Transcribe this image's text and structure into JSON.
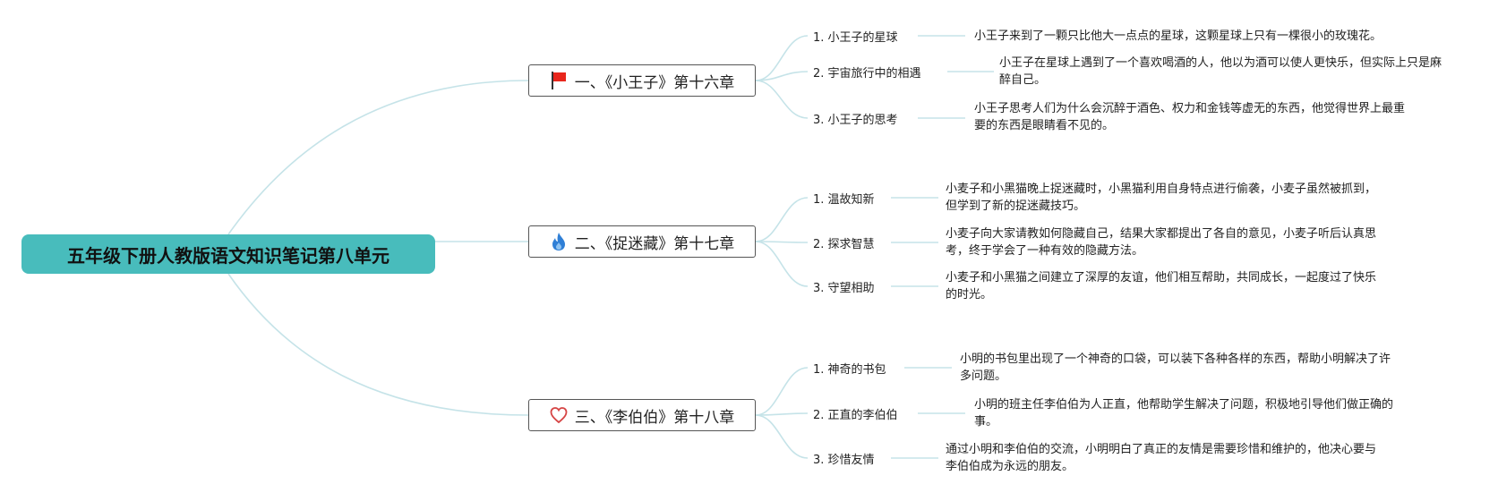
{
  "root": {
    "title": "五年级下册人教版语文知识笔记第八单元"
  },
  "branches": [
    {
      "label": "一、《小王子》第十六章",
      "icon": "red-flag-icon",
      "items": [
        {
          "title": "1. 小王子的星球",
          "desc": "小王子来到了一颗只比他大一点点的星球，这颗星球上只有一棵很小的玫瑰花。"
        },
        {
          "title": "2. 宇宙旅行中的相遇",
          "desc": "小王子在星球上遇到了一个喜欢喝酒的人，他以为酒可以使人更快乐，但实际上只是麻醉自己。"
        },
        {
          "title": "3. 小王子的思考",
          "desc": "小王子思考人们为什么会沉醉于酒色、权力和金钱等虚无的东西，他觉得世界上最重要的东西是眼睛看不见的。"
        }
      ]
    },
    {
      "label": "二、《捉迷藏》第十七章",
      "icon": "blue-flame-icon",
      "items": [
        {
          "title": "1. 温故知新",
          "desc": "小麦子和小黑猫晚上捉迷藏时，小黑猫利用自身特点进行偷袭，小麦子虽然被抓到，但学到了新的捉迷藏技巧。"
        },
        {
          "title": "2. 探求智慧",
          "desc": "小麦子向大家请教如何隐藏自己，结果大家都提出了各自的意见，小麦子听后认真思考，终于学会了一种有效的隐藏方法。"
        },
        {
          "title": "3. 守望相助",
          "desc": "小麦子和小黑猫之间建立了深厚的友谊，他们相互帮助，共同成长，一起度过了快乐的时光。"
        }
      ]
    },
    {
      "label": "三、《李伯伯》第十八章",
      "icon": "heart-outline-icon",
      "items": [
        {
          "title": "1. 神奇的书包",
          "desc": "小明的书包里出现了一个神奇的口袋，可以装下各种各样的东西，帮助小明解决了许多问题。"
        },
        {
          "title": "2. 正直的李伯伯",
          "desc": "小明的班主任李伯伯为人正直，他帮助学生解决了问题，积极地引导他们做正确的事。"
        },
        {
          "title": "3. 珍惜友情",
          "desc": "通过小明和李伯伯的交流，小明明白了真正的友情是需要珍惜和维护的，他决心要与李伯伯成为永远的朋友。"
        }
      ]
    }
  ],
  "colors": {
    "root_fill": "#48bcbc",
    "connector": "#c5e3e8",
    "flag": "#e8261c",
    "flame": "#2f7fd6",
    "heart": "#d64545"
  }
}
